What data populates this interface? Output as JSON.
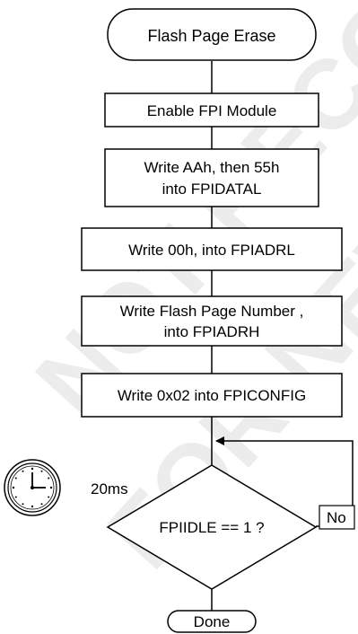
{
  "watermark": {
    "line1": "NOT RECOMMENDED",
    "line2": "FOR NEW DESIGN"
  },
  "flow": {
    "start": "Flash Page Erase",
    "step1": "Enable FPI Module",
    "step2_line1": "Write AAh, then 55h",
    "step2_line2": "into FPIDATAL",
    "step3": "Write 00h, into FPIADRL",
    "step4_line1": "Write Flash Page Number ,",
    "step4_line2": "into FPIADRH",
    "step5": "Write 0x02 into FPICONFIG",
    "delay": "20ms",
    "decision": "FPIIDLE == 1 ?",
    "no_label": "No",
    "end": "Done"
  },
  "icons": {
    "timer": "clock-icon"
  }
}
